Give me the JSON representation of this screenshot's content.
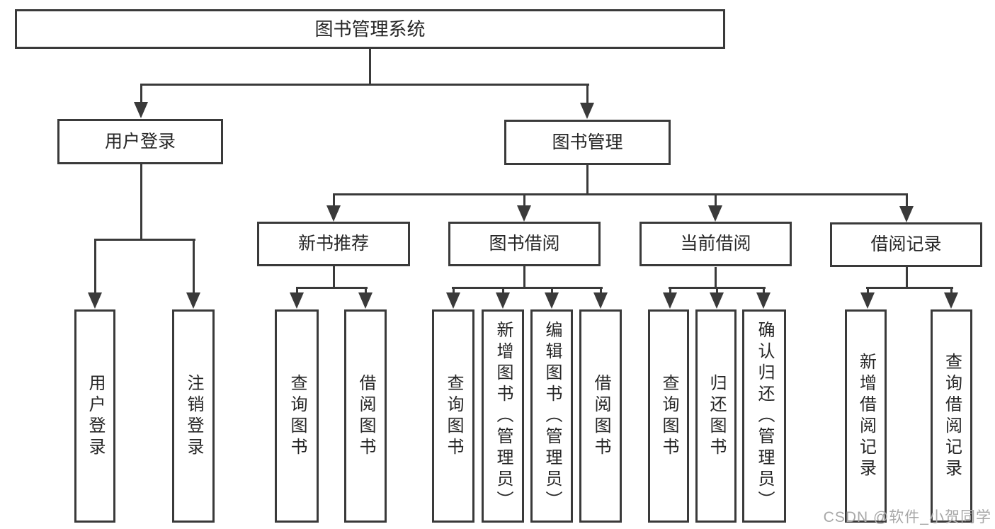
{
  "diagram": {
    "type": "hierarchy",
    "nodes": {
      "root": "图书管理系统",
      "user_login": "用户登录",
      "book_management": "图书管理",
      "new_book": "新书推荐",
      "book_borrow": "图书借阅",
      "current_borrow": "当前借阅",
      "borrow_records": "借阅记录"
    },
    "leaves": {
      "user_login": "用户登录",
      "logout": "注销登录",
      "nb_query": "查询图书",
      "nb_borrow": "借阅图书",
      "bb_query": "查询图书",
      "bb_add": "新增图书（管理员）",
      "bb_edit": "编辑图书（管理员）",
      "bb_borrow": "借阅图书",
      "cb_query": "查询图书",
      "cb_return": "归还图书",
      "cb_confirm": "确认归还（管理员）",
      "br_add": "新增借阅记录",
      "br_query": "查询借阅记录"
    },
    "hierarchy": {
      "图书管理系统": [
        "用户登录",
        "图书管理"
      ],
      "用户登录": [
        "用户登录",
        "注销登录"
      ],
      "图书管理": [
        "新书推荐",
        "图书借阅",
        "当前借阅",
        "借阅记录"
      ],
      "新书推荐": [
        "查询图书",
        "借阅图书"
      ],
      "图书借阅": [
        "查询图书",
        "新增图书（管理员）",
        "编辑图书（管理员）",
        "借阅图书"
      ],
      "当前借阅": [
        "查询图书",
        "归还图书",
        "确认归还（管理员）"
      ],
      "借阅记录": [
        "新增借阅记录",
        "查询借阅记录"
      ]
    },
    "colors": {
      "line": "#3a3a3a",
      "text": "#262626",
      "background": "#ffffff",
      "watermark": "#a8a8a8"
    }
  },
  "watermark": {
    "text": "CSDN @软件_小贺同学"
  }
}
